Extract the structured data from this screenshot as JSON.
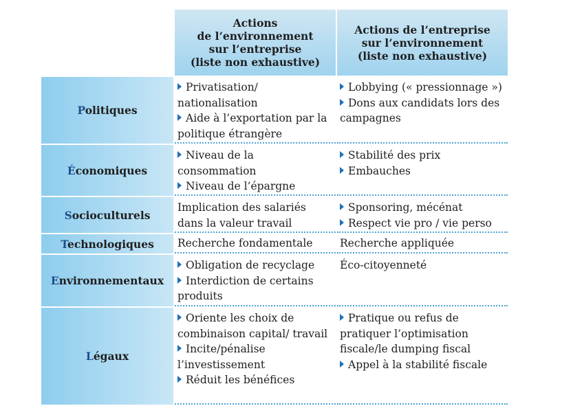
{
  "table": {
    "headers": {
      "env_on_company": "Actions\nde l’environnement\nsur l’entreprise\n(liste non exhaustive)",
      "company_on_env": "Actions de l’entreprise\nsur l’environnement\n(liste non exhaustive)"
    },
    "colors": {
      "header_gradient": [
        "#cfe6f3",
        "#9fd3ee"
      ],
      "factor_gradient": [
        "#8ecdee",
        "#c8e6f6"
      ],
      "bullet": "#1d6fb8",
      "dotted_rule": "#4aa4d6",
      "initial_letter": "#1d4f8c"
    },
    "rows": [
      {
        "factor_initial": "P",
        "factor_rest": "olitiques",
        "env_items": [
          "Privatisation/ nationalisation",
          "Aide à l’exportation par la politique étrangère"
        ],
        "ent_items": [
          "Lobbying (« pressionnage »)",
          "Dons aux candidats lors des campagnes"
        ]
      },
      {
        "factor_initial": "É",
        "factor_rest": "conomiques",
        "env_items": [
          "Niveau de la consommation",
          "Niveau de l’épargne"
        ],
        "ent_items": [
          "Stabilité des prix",
          "Embauches"
        ]
      },
      {
        "factor_initial": "S",
        "factor_rest": "ocioculturels",
        "env_items": [
          "Implication des salariés dans la valeur travail"
        ],
        "ent_items": [
          "Sponsoring, mécénat",
          "Respect vie pro / vie perso"
        ]
      },
      {
        "factor_initial": "T",
        "factor_rest": "echnologiques",
        "env_items": [
          "Recherche fondamentale"
        ],
        "ent_items": [
          "Recherche appliquée"
        ]
      },
      {
        "factor_initial": "E",
        "factor_rest": "nvironnementaux",
        "env_items": [
          "Obligation de recyclage",
          "Interdiction de certains produits"
        ],
        "ent_items": [
          "Éco-citoyenneté"
        ]
      },
      {
        "factor_initial": "L",
        "factor_rest": "égaux",
        "env_items": [
          "Oriente les choix de combinaison capital/ travail",
          "Incite/pénalise l’investissement",
          "Réduit les bénéfices"
        ],
        "ent_items": [
          "Pratique ou refus de pratiquer l’optimisation fiscale/le dumping fiscal",
          "Appel à la stabilité fiscale"
        ]
      }
    ]
  }
}
